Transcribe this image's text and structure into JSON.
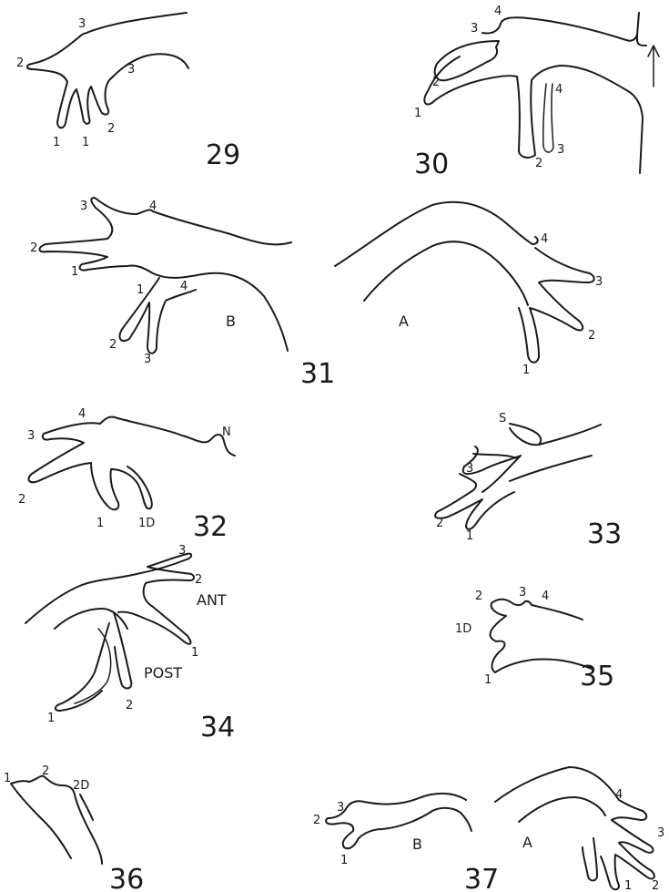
{
  "figures": {
    "f29": {
      "number": "29",
      "labels": [
        "3",
        "2",
        "3",
        "2",
        "1",
        "1"
      ]
    },
    "f30": {
      "number": "30",
      "labels": [
        "4",
        "3",
        "2",
        "1",
        "4",
        "3",
        "2"
      ],
      "arrow": "↑"
    },
    "f31": {
      "number": "31",
      "part_b": "B",
      "part_a": "A",
      "labels_b": [
        "3",
        "4",
        "2",
        "1",
        "1",
        "4",
        "2",
        "3"
      ],
      "labels_a": [
        "4",
        "3",
        "2",
        "1"
      ]
    },
    "f32": {
      "number": "32",
      "labels": [
        "4",
        "3",
        "N",
        "2",
        "1",
        "1D"
      ]
    },
    "f33": {
      "number": "33",
      "labels": [
        "S",
        "3",
        "2",
        "1"
      ]
    },
    "f34": {
      "number": "34",
      "ant": "ANT",
      "post": "POST",
      "labels": [
        "3",
        "2",
        "1",
        "1",
        "2"
      ]
    },
    "f35": {
      "number": "35",
      "labels": [
        "2",
        "3",
        "4",
        "1D",
        "1"
      ]
    },
    "f36": {
      "number": "36",
      "labels": [
        "1",
        "2",
        "2D"
      ]
    },
    "f37": {
      "number": "37",
      "part_b": "B",
      "part_a": "A",
      "labels_b": [
        "3",
        "2",
        "1"
      ],
      "labels_a": [
        "4",
        "3",
        "1",
        "2"
      ]
    }
  }
}
